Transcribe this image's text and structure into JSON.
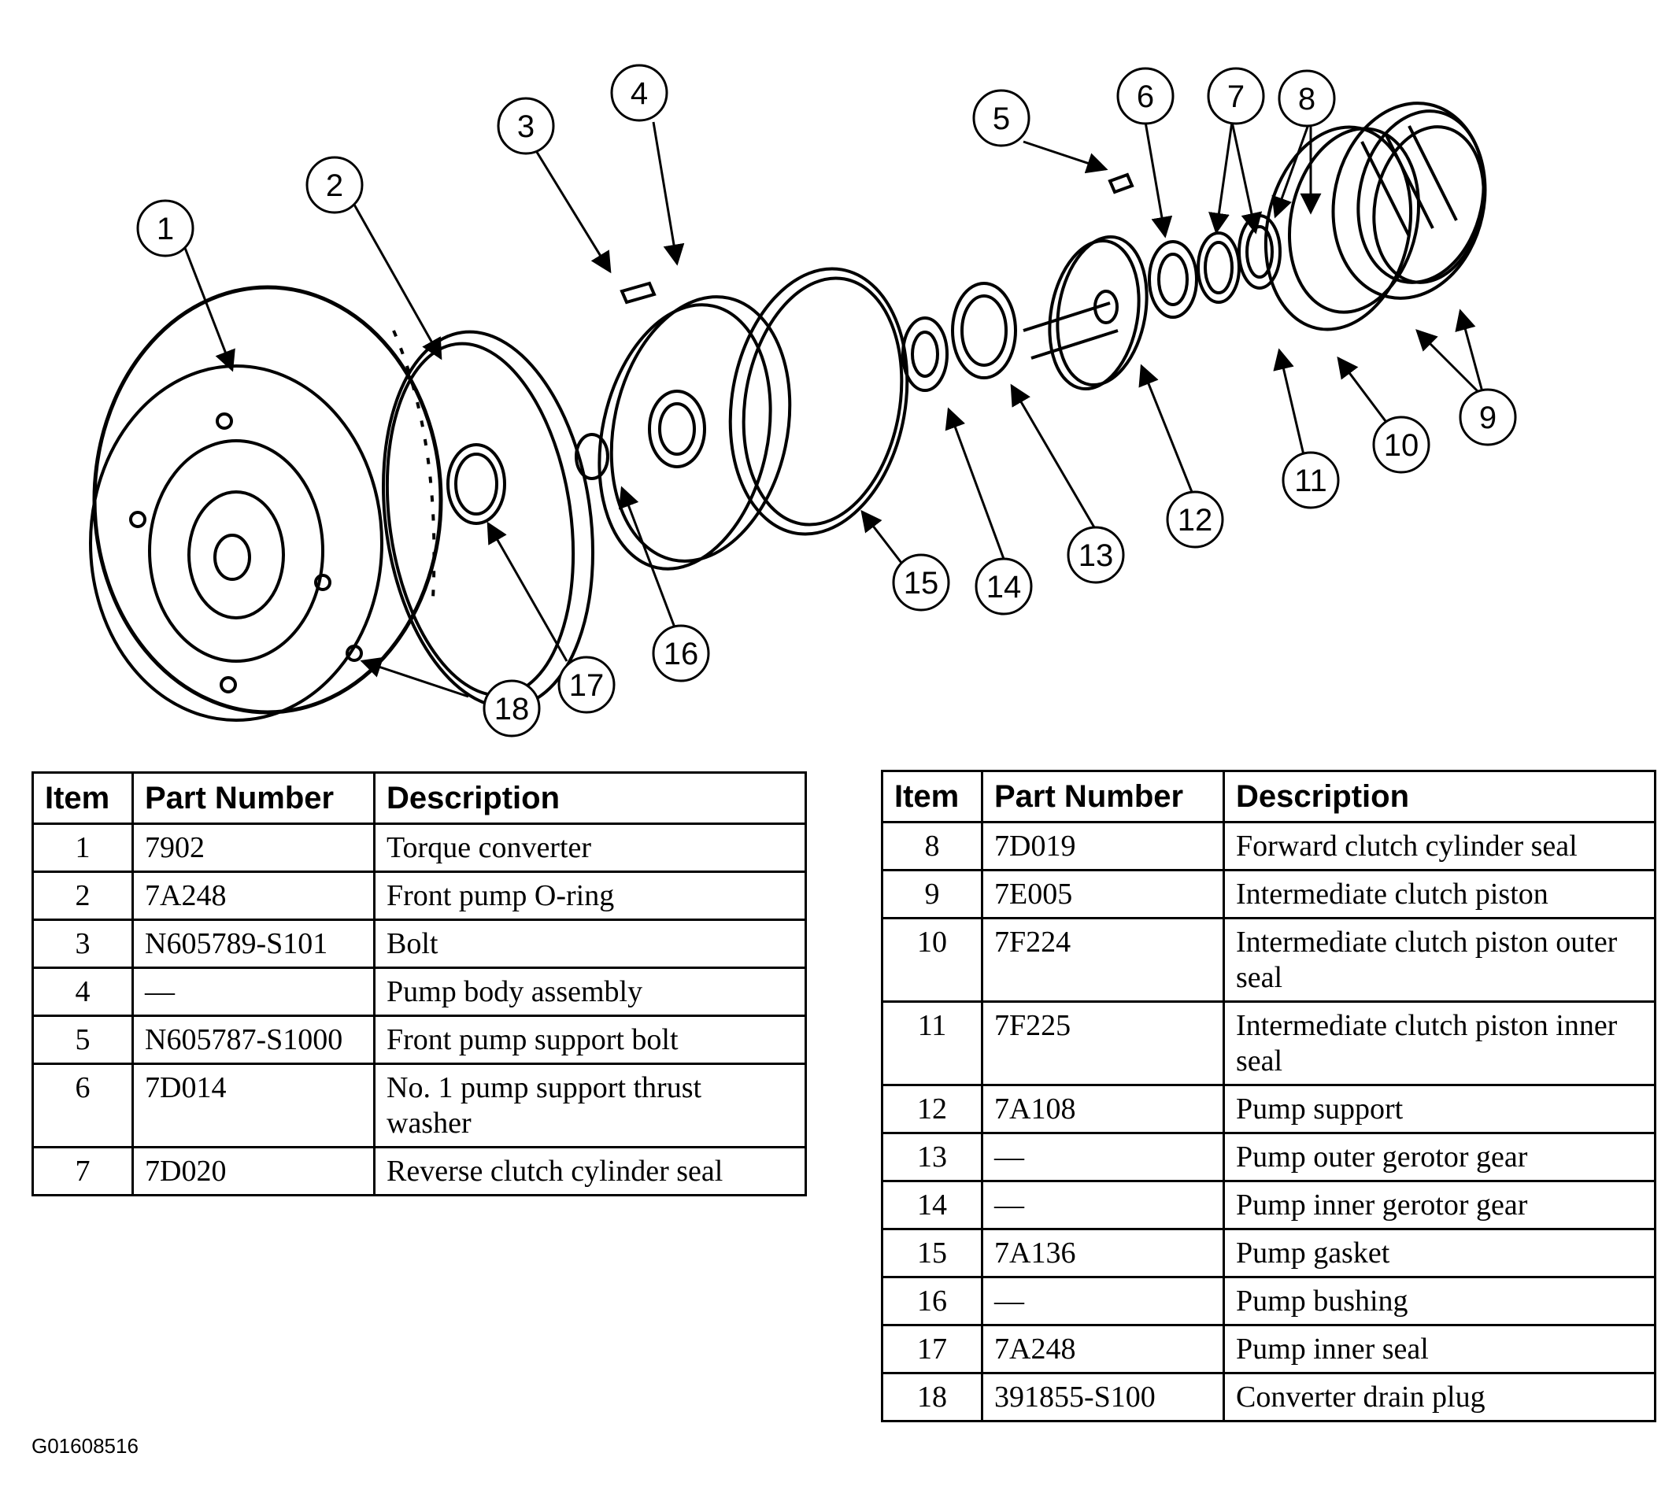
{
  "diagram": {
    "callouts": [
      "1",
      "2",
      "3",
      "4",
      "5",
      "6",
      "7",
      "8",
      "9",
      "10",
      "11",
      "12",
      "13",
      "14",
      "15",
      "16",
      "17",
      "18"
    ]
  },
  "table_headers": {
    "item": "Item",
    "part_number": "Part Number",
    "description": "Description"
  },
  "left_table": [
    {
      "item": "1",
      "part": "7902",
      "desc": "Torque converter"
    },
    {
      "item": "2",
      "part": "7A248",
      "desc": "Front pump O-ring"
    },
    {
      "item": "3",
      "part": "N605789-S101",
      "desc": "Bolt"
    },
    {
      "item": "4",
      "part": "—",
      "desc": "Pump body assembly"
    },
    {
      "item": "5",
      "part": "N605787-S1000",
      "desc": "Front pump support bolt"
    },
    {
      "item": "6",
      "part": "7D014",
      "desc": "No. 1 pump support thrust washer"
    },
    {
      "item": "7",
      "part": "7D020",
      "desc": "Reverse clutch cylinder seal"
    }
  ],
  "right_table": [
    {
      "item": "8",
      "part": "7D019",
      "desc": "Forward clutch cylinder seal"
    },
    {
      "item": "9",
      "part": "7E005",
      "desc": "Intermediate clutch piston"
    },
    {
      "item": "10",
      "part": "7F224",
      "desc": "Intermediate clutch piston outer seal"
    },
    {
      "item": "11",
      "part": "7F225",
      "desc": "Intermediate clutch piston inner seal"
    },
    {
      "item": "12",
      "part": "7A108",
      "desc": "Pump support"
    },
    {
      "item": "13",
      "part": "—",
      "desc": "Pump outer gerotor gear"
    },
    {
      "item": "14",
      "part": "—",
      "desc": "Pump inner gerotor gear"
    },
    {
      "item": "15",
      "part": "7A136",
      "desc": "Pump gasket"
    },
    {
      "item": "16",
      "part": "—",
      "desc": "Pump bushing"
    },
    {
      "item": "17",
      "part": "7A248",
      "desc": "Pump inner seal"
    },
    {
      "item": "18",
      "part": "391855-S100",
      "desc": "Converter drain plug"
    }
  ],
  "figure_code": "G01608516"
}
